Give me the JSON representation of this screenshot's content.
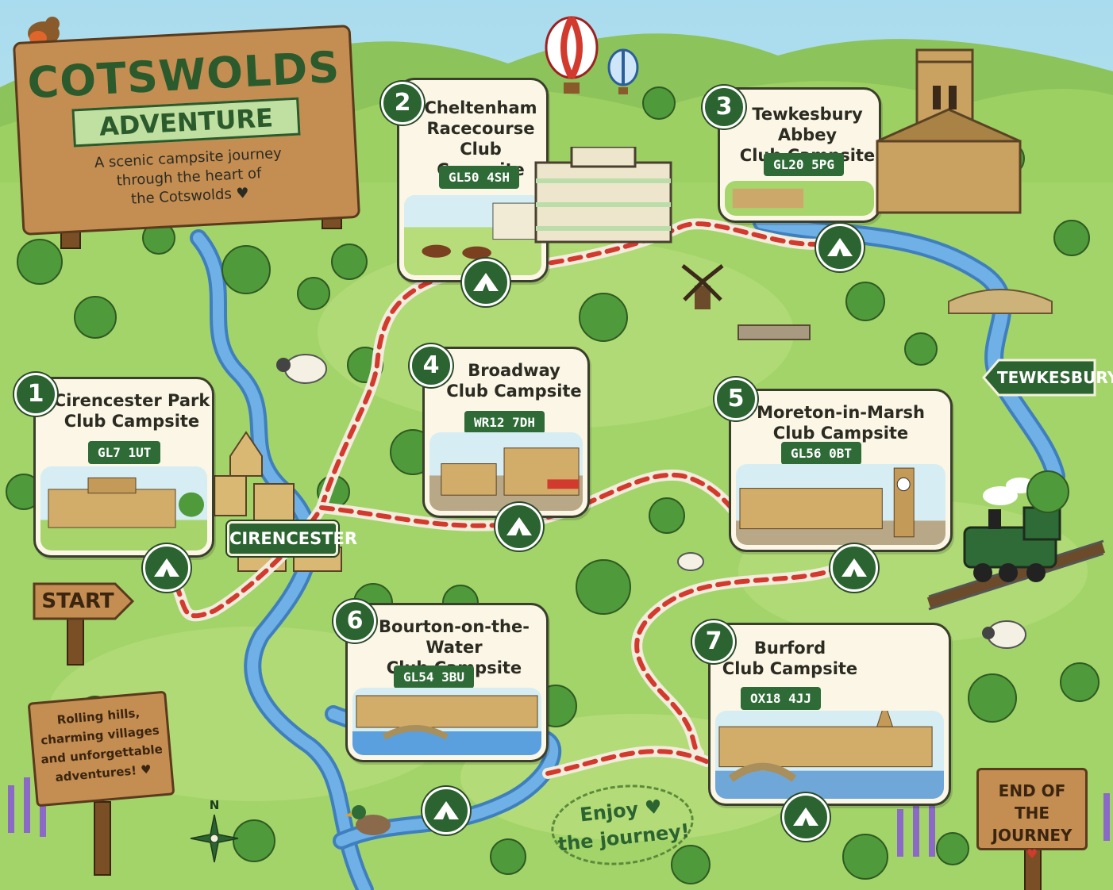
{
  "title_sign": {
    "title": "COTSWOLDS",
    "subtitle": "ADVENTURE",
    "tagline": "A scenic campsite journey\nthrough the heart of\nthe Cotswolds ♥"
  },
  "stops": [
    {
      "number": "1",
      "name": "Cirencester Park\nClub Campsite",
      "postcode": "GL7 1UT"
    },
    {
      "number": "2",
      "name": "Cheltenham\nRacecourse\nClub Campsite",
      "postcode": "GL50 4SH"
    },
    {
      "number": "3",
      "name": "Tewkesbury Abbey\nClub Campsite",
      "postcode": "GL20 5PG"
    },
    {
      "number": "4",
      "name": "Broadway\nClub Campsite",
      "postcode": "WR12 7DH"
    },
    {
      "number": "5",
      "name": "Moreton-in-Marsh\nClub Campsite",
      "postcode": "GL56 0BT"
    },
    {
      "number": "6",
      "name": "Bourton-on-the-Water\nClub Campsite",
      "postcode": "GL54 3BU"
    },
    {
      "number": "7",
      "name": "Burford\nClub Campsite",
      "postcode": "OX18 4JJ"
    }
  ],
  "signs": {
    "start": "START",
    "cirencester": "CIRENCESTER",
    "tewkesbury": "TEWKESBURY",
    "end": "END OF\nTHE JOURNEY",
    "end_heart": "♥",
    "rolling_hills": "Rolling hills,\ncharming villages\nand unforgettable\nadventures! ♥",
    "enjoy": "Enjoy ♥\nthe journey!",
    "compass_north": "N"
  },
  "icons": {
    "stop_marker": "campsite-tent-icon",
    "compass": "compass-rose-icon"
  },
  "colors": {
    "grass": "#9ccd62",
    "route": "#d23a2e",
    "river": "#4f97d8",
    "badge_green": "#2c6431",
    "wood": "#c48d52"
  }
}
